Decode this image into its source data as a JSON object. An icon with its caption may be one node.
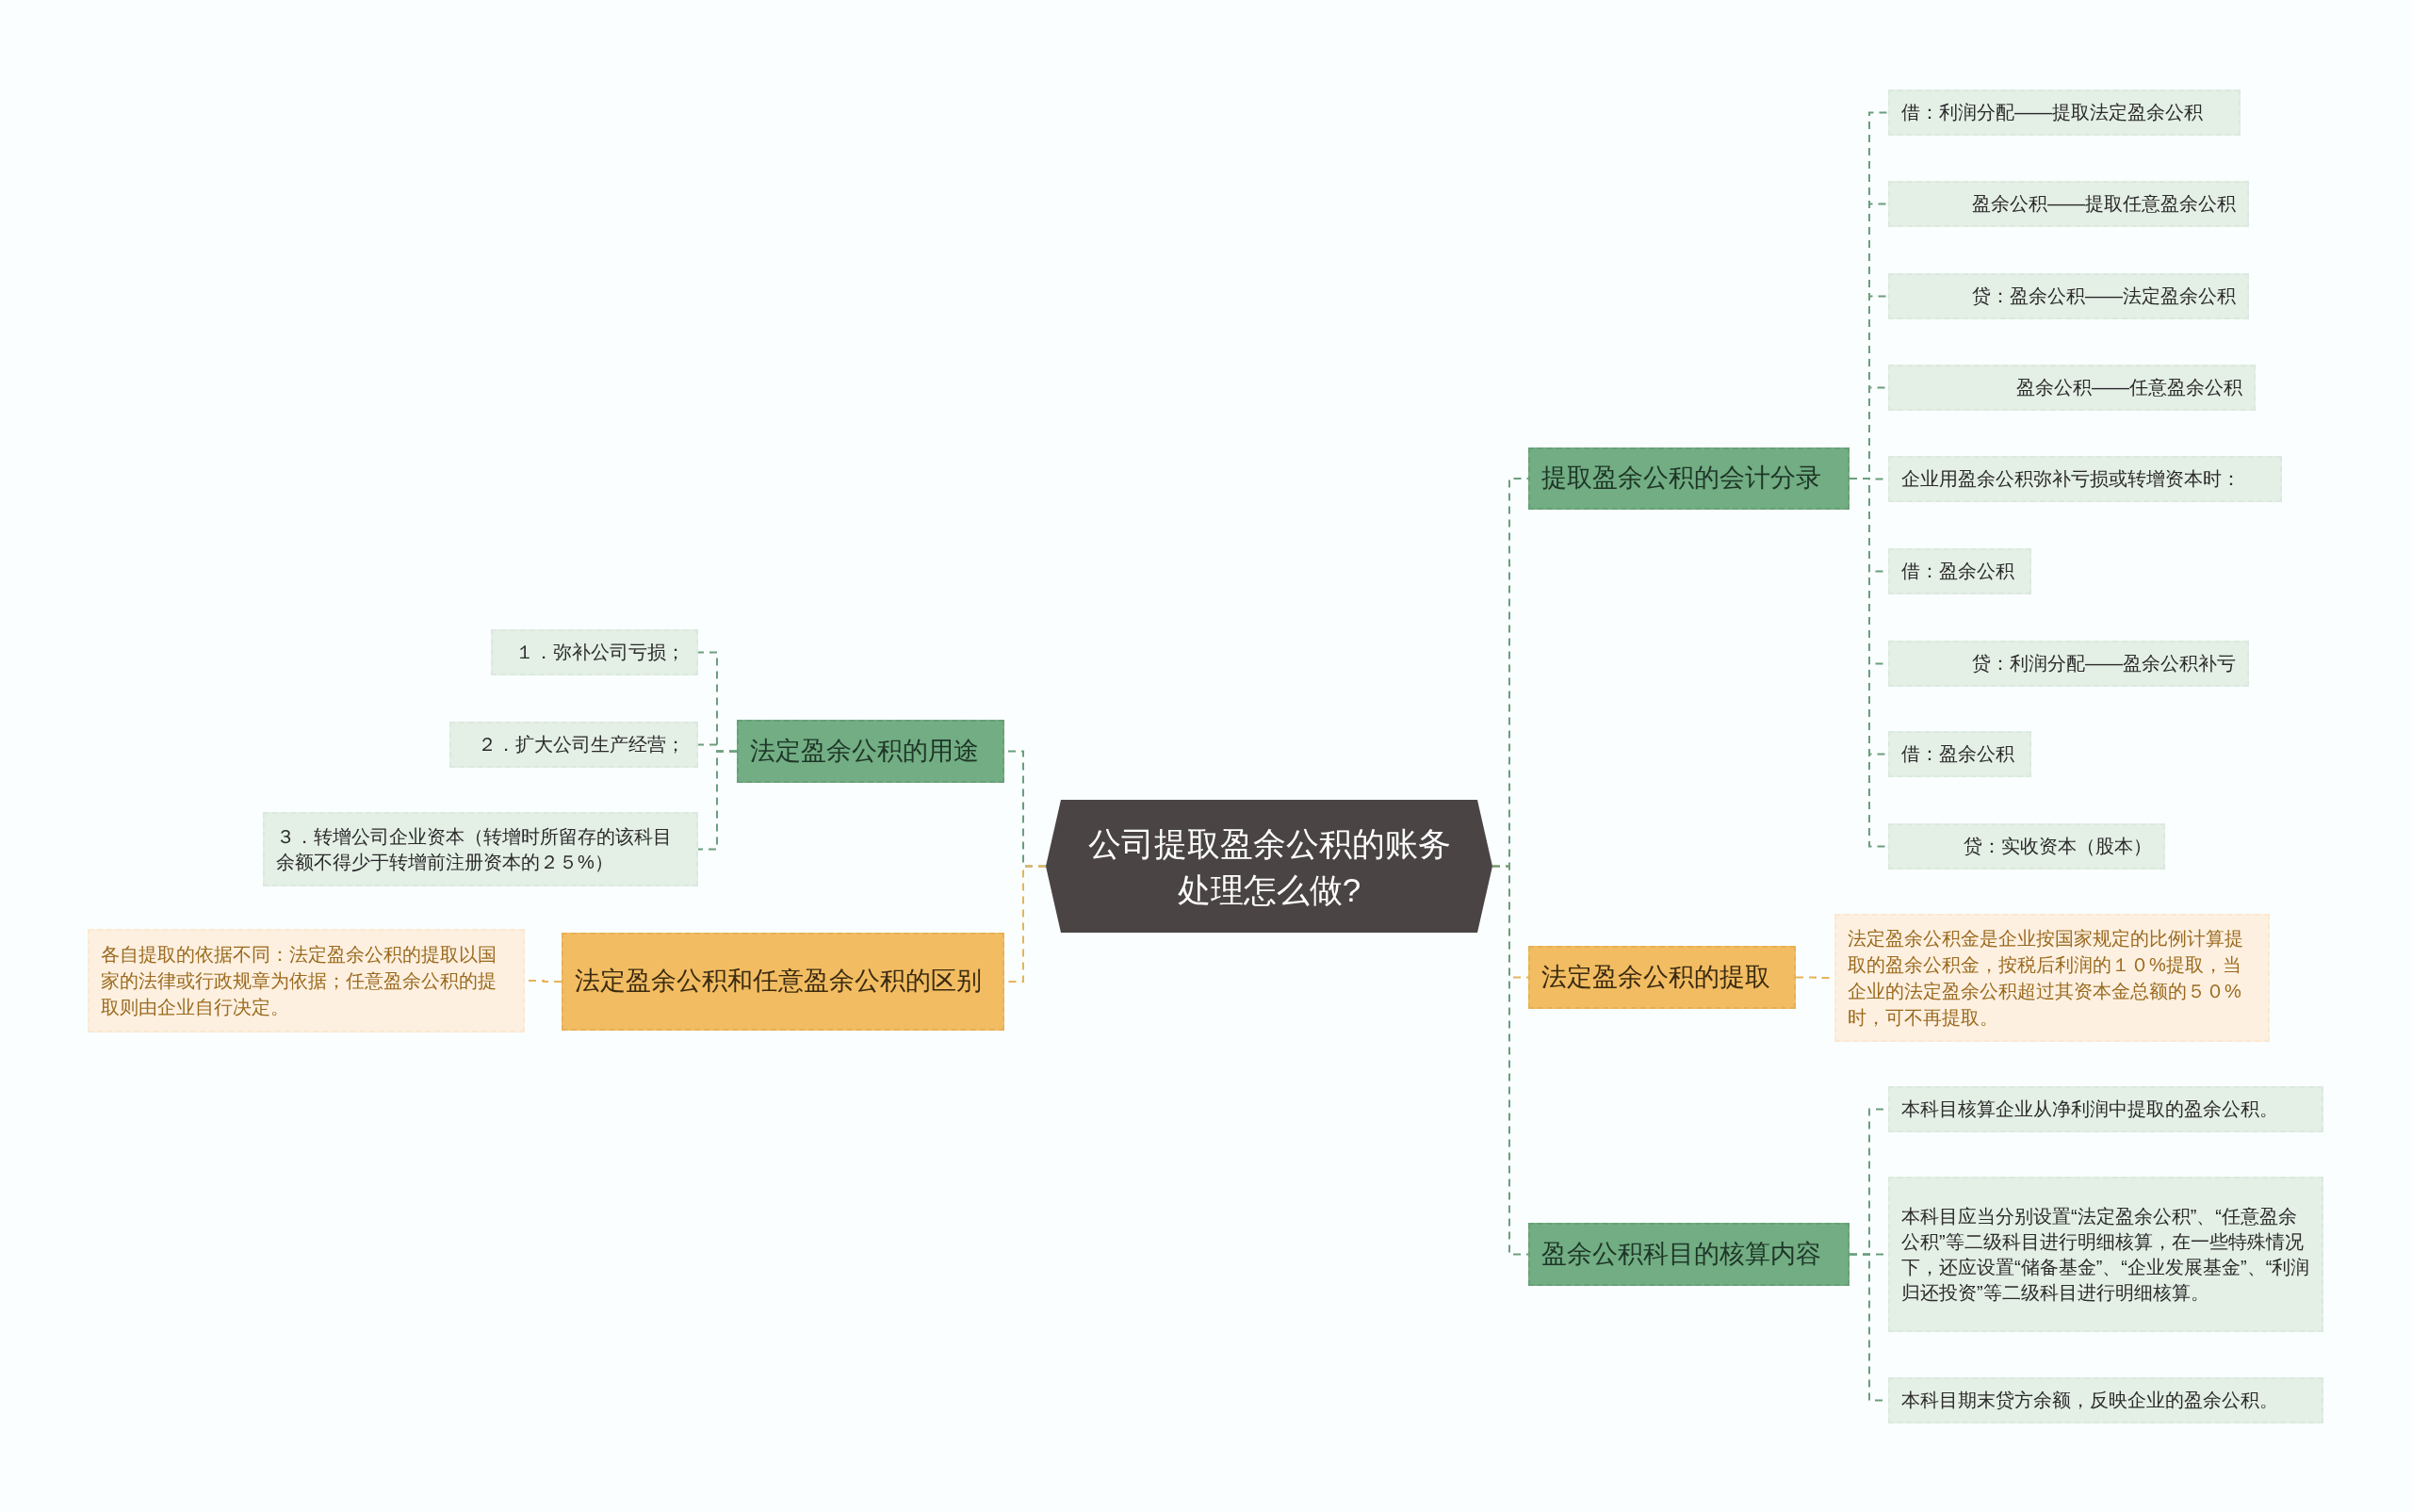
{
  "diagram": {
    "nodes": [
      {
        "text": [
          "公司提取盈余公积的账务处理怎么做?"
        ]
      },
      {
        "text": [
          "法定盈余公积的用途"
        ]
      },
      {
        "text": [
          "１．弥补公司亏损；"
        ]
      },
      {
        "text": [
          "２．扩大公司生产经营；"
        ]
      },
      {
        "text": [
          "３．转增公司企业资本（转增时所留存的该科目余额不得少于转增前注册资本的２５%）"
        ]
      },
      {
        "text": [
          "法定盈余公积和任意盈余公积的区别"
        ]
      },
      {
        "text": [
          "各自提取的依据不同：法定盈余公积的提取以国家的法律或行政规章为依据；任意盈余公积的提取则由企业自行决定。"
        ]
      },
      {
        "text": [
          "提取盈余公积的会计分录"
        ]
      },
      {
        "text": [
          "借：利润分配——提取法定盈余公积"
        ]
      },
      {
        "text": [
          "盈余公积——提取任意盈余公积"
        ]
      },
      {
        "text": [
          "贷：盈余公积——法定盈余公积"
        ]
      },
      {
        "text": [
          "盈余公积——任意盈余公积"
        ]
      },
      {
        "text": [
          "企业用盈余公积弥补亏损或转增资本时："
        ]
      },
      {
        "text": [
          "借：盈余公积"
        ]
      },
      {
        "text": [
          "贷：利润分配——盈余公积补亏"
        ]
      },
      {
        "text": [
          "借：盈余公积"
        ]
      },
      {
        "text": [
          "贷：实收资本（股本）"
        ]
      },
      {
        "text": [
          "法定盈余公积的提取"
        ]
      },
      {
        "text": [
          "法定盈余公积金是企业按国家规定的比例计算提取的盈余公积金，按税后利润的１０%提取，当企业的法定盈余公积超过其资本金总额的５０%时，可不再提取。"
        ]
      },
      {
        "text": [
          "盈余公积科目的核算内容"
        ]
      },
      {
        "text": [
          "本科目核算企业从净利润中提取的盈余公积。"
        ]
      },
      {
        "text": [
          "本科目应当分别设置“法定盈余公积”、“任意盈余公积”等二级科目进行明细核算，在一些特殊情况下，还应设置“储备基金”、“企业发展基金”、“利润归还投资”等二级科目进行明细核算。"
        ]
      },
      {
        "text": [
          "本科目期末贷方余额，反映企业的盈余公积。"
        ]
      }
    ],
    "edges": [
      {
        "from": 0,
        "to": 1,
        "arrow": "none",
        "style": "dashed"
      },
      {
        "from": 1,
        "to": 2,
        "arrow": "none",
        "style": "dashed"
      },
      {
        "from": 1,
        "to": 3,
        "arrow": "none",
        "style": "dashed"
      },
      {
        "from": 1,
        "to": 4,
        "arrow": "none",
        "style": "dashed"
      },
      {
        "from": 0,
        "to": 5,
        "arrow": "none",
        "style": "dashed",
        "color": "#e6b45a"
      },
      {
        "from": 5,
        "to": 6,
        "arrow": "none",
        "style": "dashed",
        "color": "#e6b45a"
      },
      {
        "from": 0,
        "to": 7,
        "arrow": "none",
        "style": "dashed"
      },
      {
        "from": 7,
        "to": 8,
        "arrow": "none",
        "style": "dashed"
      },
      {
        "from": 7,
        "to": 9,
        "arrow": "none",
        "style": "dashed"
      },
      {
        "from": 7,
        "to": 10,
        "arrow": "none",
        "style": "dashed"
      },
      {
        "from": 7,
        "to": 11,
        "arrow": "none",
        "style": "dashed"
      },
      {
        "from": 7,
        "to": 12,
        "arrow": "none",
        "style": "dashed"
      },
      {
        "from": 7,
        "to": 13,
        "arrow": "none",
        "style": "dashed"
      },
      {
        "from": 7,
        "to": 14,
        "arrow": "none",
        "style": "dashed"
      },
      {
        "from": 7,
        "to": 15,
        "arrow": "none",
        "style": "dashed"
      },
      {
        "from": 7,
        "to": 16,
        "arrow": "none",
        "style": "dashed"
      },
      {
        "from": 0,
        "to": 17,
        "arrow": "none",
        "style": "dashed",
        "color": "#e6b45a"
      },
      {
        "from": 17,
        "to": 18,
        "arrow": "none",
        "style": "dashed",
        "color": "#e6b45a"
      },
      {
        "from": 0,
        "to": 19,
        "arrow": "none",
        "style": "dashed"
      },
      {
        "from": 19,
        "to": 20,
        "arrow": "none",
        "style": "dashed"
      },
      {
        "from": 19,
        "to": 21,
        "arrow": "none",
        "style": "dashed"
      },
      {
        "from": 19,
        "to": 22,
        "arrow": "none",
        "style": "dashed"
      }
    ]
  }
}
